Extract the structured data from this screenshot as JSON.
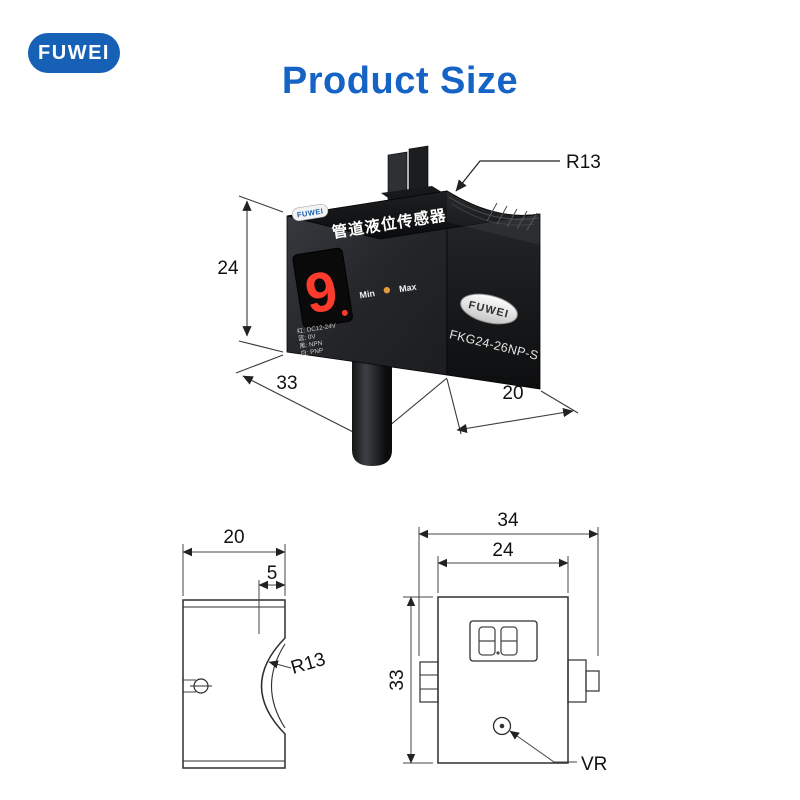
{
  "brand": {
    "logo_text": "FUWEI"
  },
  "header": {
    "title": "Product Size"
  },
  "colors": {
    "accent_blue": "#1563c5",
    "logo_blue": "#1660b5",
    "digit_red": "#ff3b2d",
    "pot_orange": "#e29a3c"
  },
  "render3d": {
    "front_badge": "FUWEI",
    "top_label": "管道液位传感器",
    "display_digit": "9",
    "min_label": "Min",
    "max_label": "Max",
    "wire_labels": [
      "红: DC12-24V",
      "蓝: 0V",
      "黑: NPN",
      "白: PNP"
    ],
    "side_badge": "FUWEI",
    "model": "FKG24-26NP-S",
    "dim_height": "24",
    "dim_width": "33",
    "dim_depth": "20",
    "radius_label": "R13"
  },
  "side_view": {
    "dim_width": "20",
    "dim_groove_depth": "5",
    "radius_label": "R13"
  },
  "front_view": {
    "dim_outer_width": "34",
    "dim_inner_width": "24",
    "dim_height": "33",
    "vr_label": "VR"
  }
}
